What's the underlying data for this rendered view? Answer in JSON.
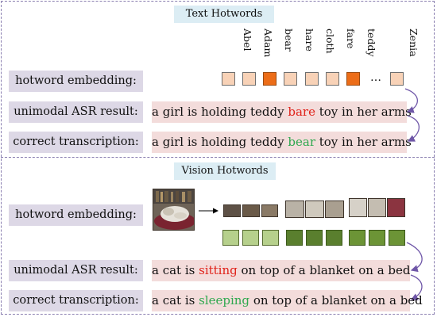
{
  "text_section": {
    "title": "Text Hotwords",
    "label_embedding": "hotword embedding:",
    "label_asr": "unimodal ASR result:",
    "label_correct": "correct transcription:",
    "hotwords": [
      "Abel",
      "Adam",
      "bear",
      "hare",
      "cloth",
      "fare",
      "teddy",
      "Zenia"
    ],
    "ellipsis": "…",
    "asr_before": "a girl is holding teddy ",
    "asr_word": "bare",
    "asr_after": " toy in her arms",
    "correct_before": "a girl is holding teddy ",
    "correct_word": "bear",
    "correct_after": " toy in her arms"
  },
  "vision_section": {
    "title": "Vision Hotwords",
    "label_embedding": "hotword embedding:",
    "label_asr": "unimodal ASR result:",
    "label_correct": "correct transcription:",
    "asr_before": "a cat is ",
    "asr_word": "sitting",
    "asr_after": " on top of a blanket on a bed",
    "correct_before": "a cat is ",
    "correct_word": "sleeping",
    "correct_after": " on top of a blanket on a bed"
  },
  "colors": {
    "border": "#8a7fb0",
    "title_bg": "#dcedf4",
    "label_bg": "#ddd8e6",
    "result_bg": "#f3dcdb",
    "token_light": "#f8d2b7",
    "token_dark": "#ec6d18",
    "visual_light": "#b6d08c",
    "visual_dark": "#5a7f2e",
    "error_text": "#e0231b",
    "correct_text": "#2fa84f"
  }
}
